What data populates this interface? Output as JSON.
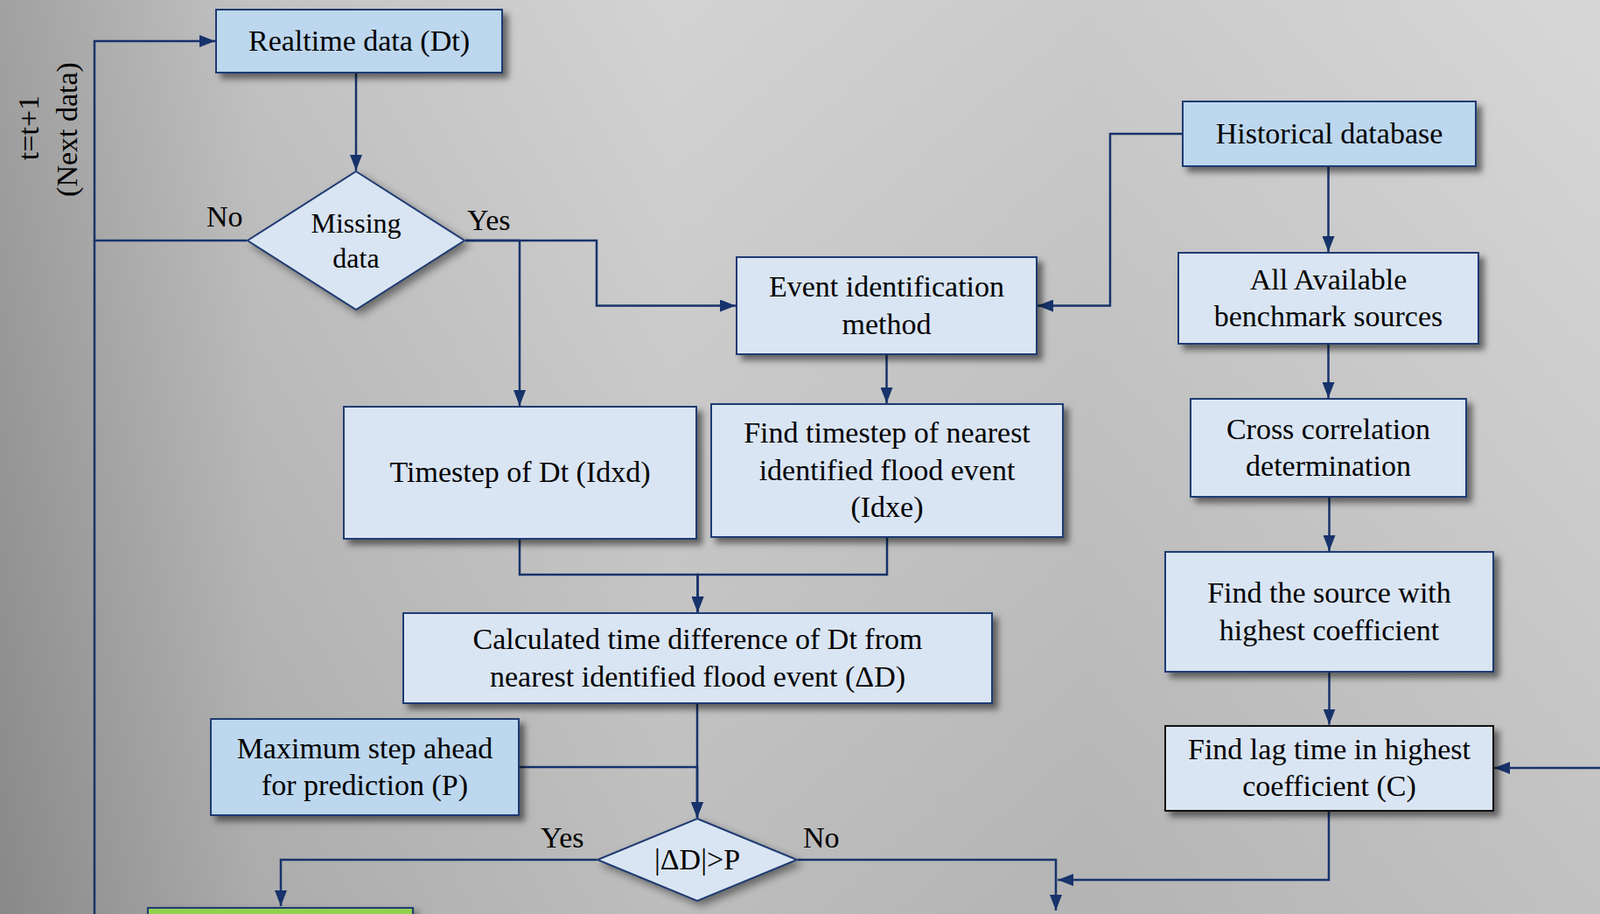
{
  "diagram": {
    "nodes": [
      {
        "text": [
          "Realtime data (Dt)"
        ]
      },
      {
        "text": [
          "Missing data"
        ]
      },
      {
        "text": [
          "Historical database"
        ]
      },
      {
        "text": [
          "Event identification method"
        ]
      },
      {
        "text": [
          "All Available benchmark sources"
        ]
      },
      {
        "text": [
          "Timestep of Dt (Idxd)"
        ]
      },
      {
        "text": [
          "Find timestep of nearest identified flood event (Idxe)"
        ]
      },
      {
        "text": [
          "Cross correlation determination"
        ]
      },
      {
        "text": [
          "Find the source with highest coefficient"
        ]
      },
      {
        "text": [
          "Calculated time difference of Dt from nearest identified flood event (ΔD)"
        ]
      },
      {
        "text": [
          "Maximum step ahead for prediction (P)"
        ]
      },
      {
        "text": [
          "Find lag time in highest coefficient (C)"
        ]
      },
      {
        "text": [
          "|ΔD|>P"
        ]
      }
    ],
    "edges": [
      {
        "from": 0,
        "to": 1,
        "arrow": "to"
      },
      {
        "from": 1,
        "to": 0,
        "label": "No",
        "arrow": "to"
      },
      {
        "from": 1,
        "to": 3,
        "label": "Yes",
        "arrow": "to"
      },
      {
        "from": 1,
        "to": 5,
        "arrow": "to"
      },
      {
        "from": 2,
        "to": 3,
        "arrow": "to"
      },
      {
        "from": 2,
        "to": 4,
        "arrow": "to"
      },
      {
        "from": 3,
        "to": 6,
        "arrow": "to"
      },
      {
        "from": 4,
        "to": 7,
        "arrow": "to"
      },
      {
        "from": 7,
        "to": 8,
        "arrow": "to"
      },
      {
        "from": 8,
        "to": 11,
        "arrow": "to"
      },
      {
        "from": 5,
        "to": 9,
        "arrow": "to"
      },
      {
        "from": 6,
        "to": 9,
        "arrow": "to"
      },
      {
        "from": 9,
        "to": 12,
        "arrow": "to"
      },
      {
        "from": 10,
        "to": 12,
        "arrow": "to"
      }
    ],
    "labels": [
      "t=t+1",
      "(Next data)",
      "Yes",
      "No"
    ]
  }
}
